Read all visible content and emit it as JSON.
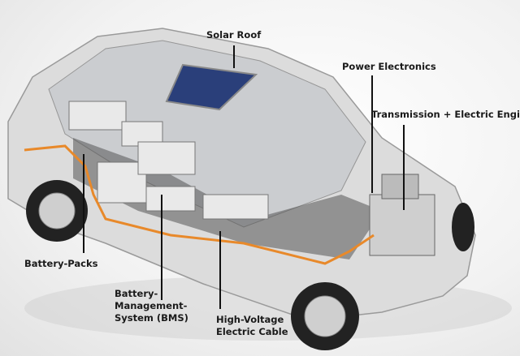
{
  "labels": {
    "solar_roof": "Solar Roof",
    "power_electronics": "Power Electronics",
    "transmission": "Transmission + Electric Engine",
    "battery_packs": "Battery-Packs",
    "bms_line1": "Battery-",
    "bms_line2": "Management-",
    "bms_line3": "System (BMS)",
    "cable_line1": "High-Voltage",
    "cable_line2": "Electric Cable"
  },
  "colors": {
    "cable": "#e8892a",
    "solar_panel": "#2a3f7a",
    "body": "#d8d8d8"
  }
}
